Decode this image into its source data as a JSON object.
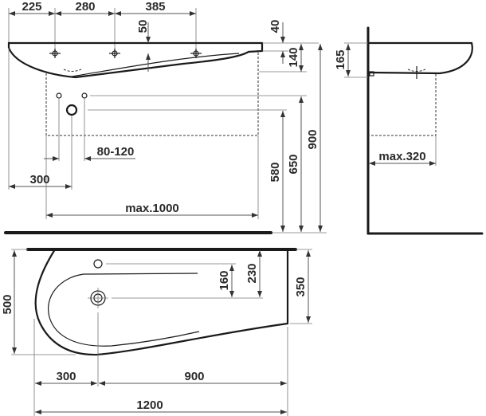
{
  "front_view": {
    "tap_spacing_left": "225",
    "tap_spacing_mid": "280",
    "tap_spacing_right": "385",
    "tap_depth": "50",
    "rim_thickness": "40",
    "basin_height": "140",
    "trap_spacing": "80-120",
    "drain_offset": "300",
    "cabinet_width": "max.1000",
    "drain_height": "580",
    "supply_height": "650",
    "rim_height": "900"
  },
  "side_view": {
    "basin_depth": "165",
    "cabinet_depth": "max.320"
  },
  "top_view": {
    "tap_to_drain": "160",
    "drain_from_wall": "230",
    "right_depth": "350",
    "total_depth": "500",
    "drain_from_left": "300",
    "drain_to_right": "900",
    "total_width": "1200"
  }
}
